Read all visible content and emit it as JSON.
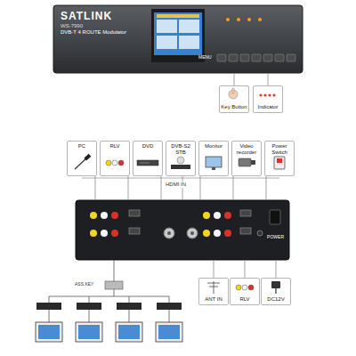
{
  "diagram": {
    "nodes": [
      {
        "text": [
          "SATLINK",
          "WS-7990",
          "DVB-T 4 ROUTE Modulator"
        ]
      },
      {
        "text": [
          "Key Button"
        ]
      },
      {
        "text": [
          "Indicator"
        ]
      },
      {
        "text": [
          "PC"
        ]
      },
      {
        "text": [
          "RLV"
        ]
      },
      {
        "text": [
          "DVD"
        ]
      },
      {
        "text": [
          "DVB-S2 STB"
        ]
      },
      {
        "text": [
          "Monitor"
        ]
      },
      {
        "text": [
          "Video recorder"
        ]
      },
      {
        "text": [
          "Power Switch"
        ]
      },
      {
        "text": [
          "POWER"
        ]
      },
      {
        "text": [
          "ANT IN"
        ]
      },
      {
        "text": [
          "RLV"
        ]
      },
      {
        "text": [
          "DC12V"
        ]
      }
    ],
    "edges": [
      {
        "from": 0,
        "to": 1,
        "arrow": "none"
      },
      {
        "from": 0,
        "to": 2,
        "arrow": "none"
      },
      {
        "from": 3,
        "to": 10,
        "arrow": "none"
      },
      {
        "from": 4,
        "to": 10,
        "arrow": "none"
      },
      {
        "from": 5,
        "to": 10,
        "arrow": "none"
      },
      {
        "from": 6,
        "to": 10,
        "arrow": "none"
      },
      {
        "from": 7,
        "to": 10,
        "arrow": "none"
      },
      {
        "from": 8,
        "to": 10,
        "arrow": "none"
      },
      {
        "from": 9,
        "to": 10,
        "arrow": "none"
      },
      {
        "from": 10,
        "to": 11,
        "arrow": "none"
      },
      {
        "from": 10,
        "to": 12,
        "arrow": "none"
      },
      {
        "from": 10,
        "to": 13,
        "arrow": "none"
      }
    ],
    "labels": [
      "MENU",
      "HDMI IN",
      "ASS KEY"
    ]
  }
}
